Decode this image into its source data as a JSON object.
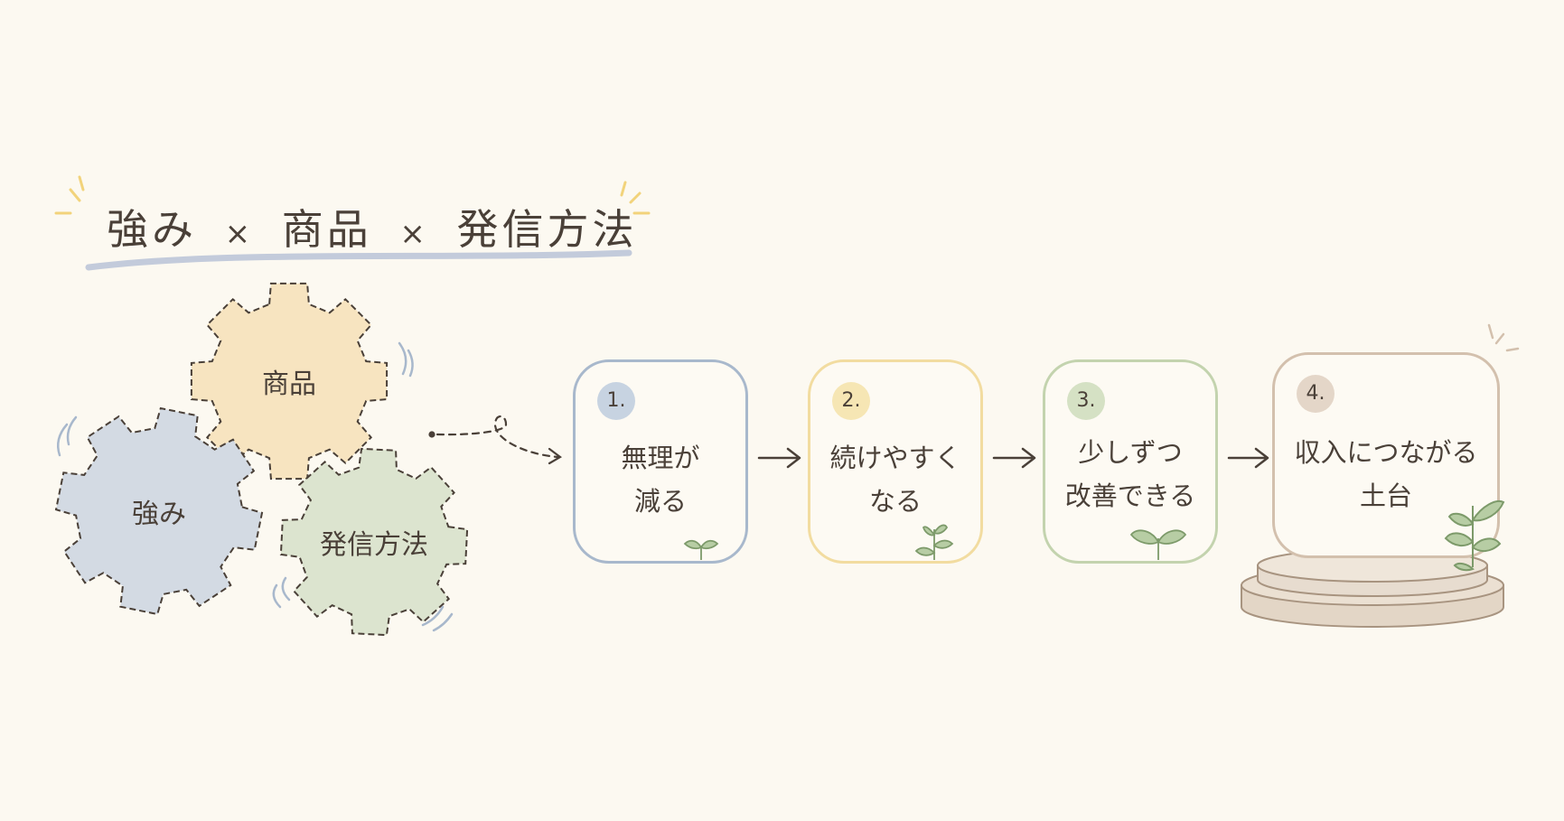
{
  "title": {
    "part1": "強み",
    "sep1": "×",
    "part2": "商品",
    "sep2": "×",
    "part3": "発信方法"
  },
  "gears": [
    {
      "label": "商品",
      "color": "#f7e4c0"
    },
    {
      "label": "強み",
      "color": "#d3dae3"
    },
    {
      "label": "発信方法",
      "color": "#dce4cf"
    }
  ],
  "steps": [
    {
      "number": "1.",
      "line1": "無理が",
      "line2": "減る",
      "border": "#a8b8cc",
      "badge": "#c7d3e1"
    },
    {
      "number": "2.",
      "line1": "続けやすく",
      "line2": "なる",
      "border": "#f2dca0",
      "badge": "#f6e6b4"
    },
    {
      "number": "3.",
      "line1": "少しずつ",
      "line2": "改善できる",
      "border": "#c3d3ae",
      "badge": "#d5e1c4"
    },
    {
      "number": "4.",
      "line1": "収入につながる",
      "line2": "土台",
      "border": "#d3c0ad",
      "badge": "#e4d6c8"
    }
  ],
  "colors": {
    "ink": "#4a4038",
    "underline": "#c3cbdb",
    "accent": "#f2d37b",
    "leaf": "#9fba88",
    "pedestal": "#e3d6c6"
  }
}
